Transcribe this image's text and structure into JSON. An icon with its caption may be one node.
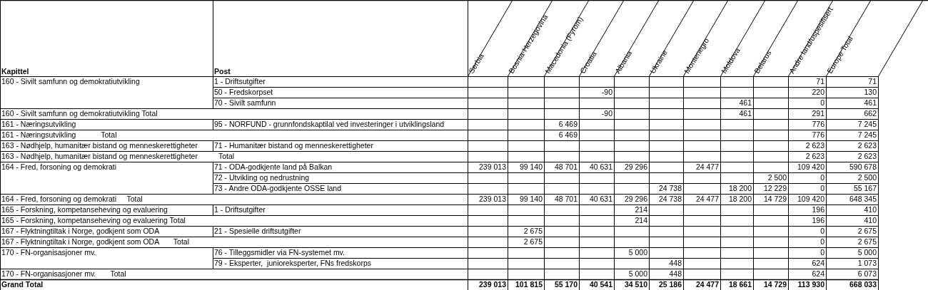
{
  "diagram": {
    "labels": [
      "Kapittel",
      "Post",
      "Serbia",
      "Bosnia-Herzegovina",
      "Macedonia (Fyrom)",
      "Croatia",
      "Albania",
      "Ukraine",
      "Montenegro",
      "Moldova",
      "Belarus",
      "Andre land/uspesifisert",
      "Europe Total",
      "160 - Sivilt samfunn og demokratiutvikling",
      "1 - Driftsutgifter",
      "71",
      "71",
      "50 - Fredskorpset",
      "-90",
      "220",
      "130",
      "70 - Sivilt samfunn",
      "461",
      "0",
      "461",
      "160 - Sivilt samfunn og demokratiutvikling Total",
      "-90",
      "461",
      "291",
      "662",
      "161 - Næringsutvikling",
      "95 - NORFUND - grunnfondskaptilal ved investeringer i utviklingsland",
      "6 469",
      "776",
      "7 245",
      "161 - Næringsutvikling            Total",
      "6 469",
      "776",
      "7 245",
      "163 - Nødhjelp, humanitær bistand og menneskerettigheter",
      "71 - Humanitær bistand og menneskerettigheter",
      "2 623",
      "2 623",
      "163 - Nødhjelp, humanitær bistand og menneskerettigheter          Total",
      "2 623",
      "2 623",
      "164 - Fred, forsoning og demokrati",
      "71 - ODA-godkjente land på Balkan",
      "239 013",
      "99 140",
      "48 701",
      "40 631",
      "29 296",
      "24 477",
      "109 420",
      "590 678",
      "72 - Utvikling og nedrustning",
      "2 500",
      "0",
      "2 500",
      "73 - Andre ODA-godkjente OSSE land",
      "24 738",
      "18 200",
      "12 229",
      "0",
      "55 167",
      "164 - Fred, forsoning og demokrati     Total",
      "239 013",
      "99 140",
      "48 701",
      "40 631",
      "29 296",
      "24 738",
      "24 477",
      "18 200",
      "14 729",
      "109 420",
      "648 345",
      "165 - Forskning, kompetanseheving og evaluering",
      "1 - Driftsutgifter",
      "214",
      "196",
      "410",
      "165 - Forskning, kompetanseheving og evaluering Total",
      "214",
      "196",
      "410",
      "167 - Flyktningtiltak i Norge, godkjent som ODA",
      "21 - Spesielle driftsutgifter",
      "2 675",
      "0",
      "2 675",
      "167 - Flyktningtiltak i Norge, godkjent som ODA       Total",
      "2 675",
      "0",
      "2 675",
      "170 - FN-organisasjoner mv.",
      "76 - Tilleggsmidler via FN-systemet mv.",
      "5 000",
      "0",
      "5 000",
      "79 - Eksperter,  junioreksperter, FNs fredskorps",
      "448",
      "624",
      "1 073",
      "170 - FN-organisasjoner mv.       Total",
      "5 000",
      "448",
      "624",
      "6 073",
      "Grand Total",
      "239 013",
      "101 815",
      "55 170",
      "40 541",
      "34 510",
      "25 186",
      "24 477",
      "18 661",
      "14 729",
      "113 930",
      "668 033"
    ]
  }
}
